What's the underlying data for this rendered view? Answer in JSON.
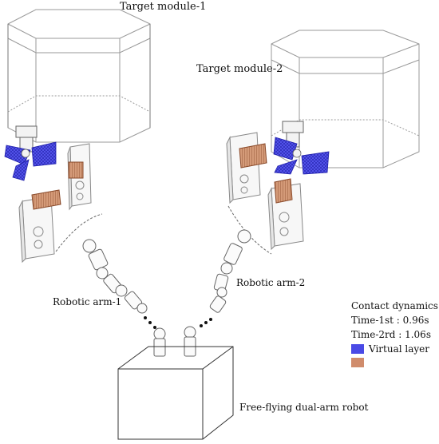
{
  "labels": {
    "target_module_1": "Target module-1",
    "target_module_2": "Target module-2",
    "robotic_arm_1": "Robotic arm-1",
    "robotic_arm_2": "Robotic arm-2",
    "robot": "Free-flying dual-arm robot"
  },
  "legend": {
    "title": "Contact dynamics",
    "time_1": "Time-1st : 0.96s",
    "time_2": "Time-2rd : 1.06s",
    "items": [
      {
        "label": "Virtual layer",
        "color": "#4a4ae6"
      },
      {
        "label": "",
        "color": "#d08c6c"
      }
    ]
  },
  "colors": {
    "line": "#555555",
    "light_line": "#9a9a9a",
    "virtual_layer": "#4a4ae6",
    "contact": "#d08c6c"
  }
}
